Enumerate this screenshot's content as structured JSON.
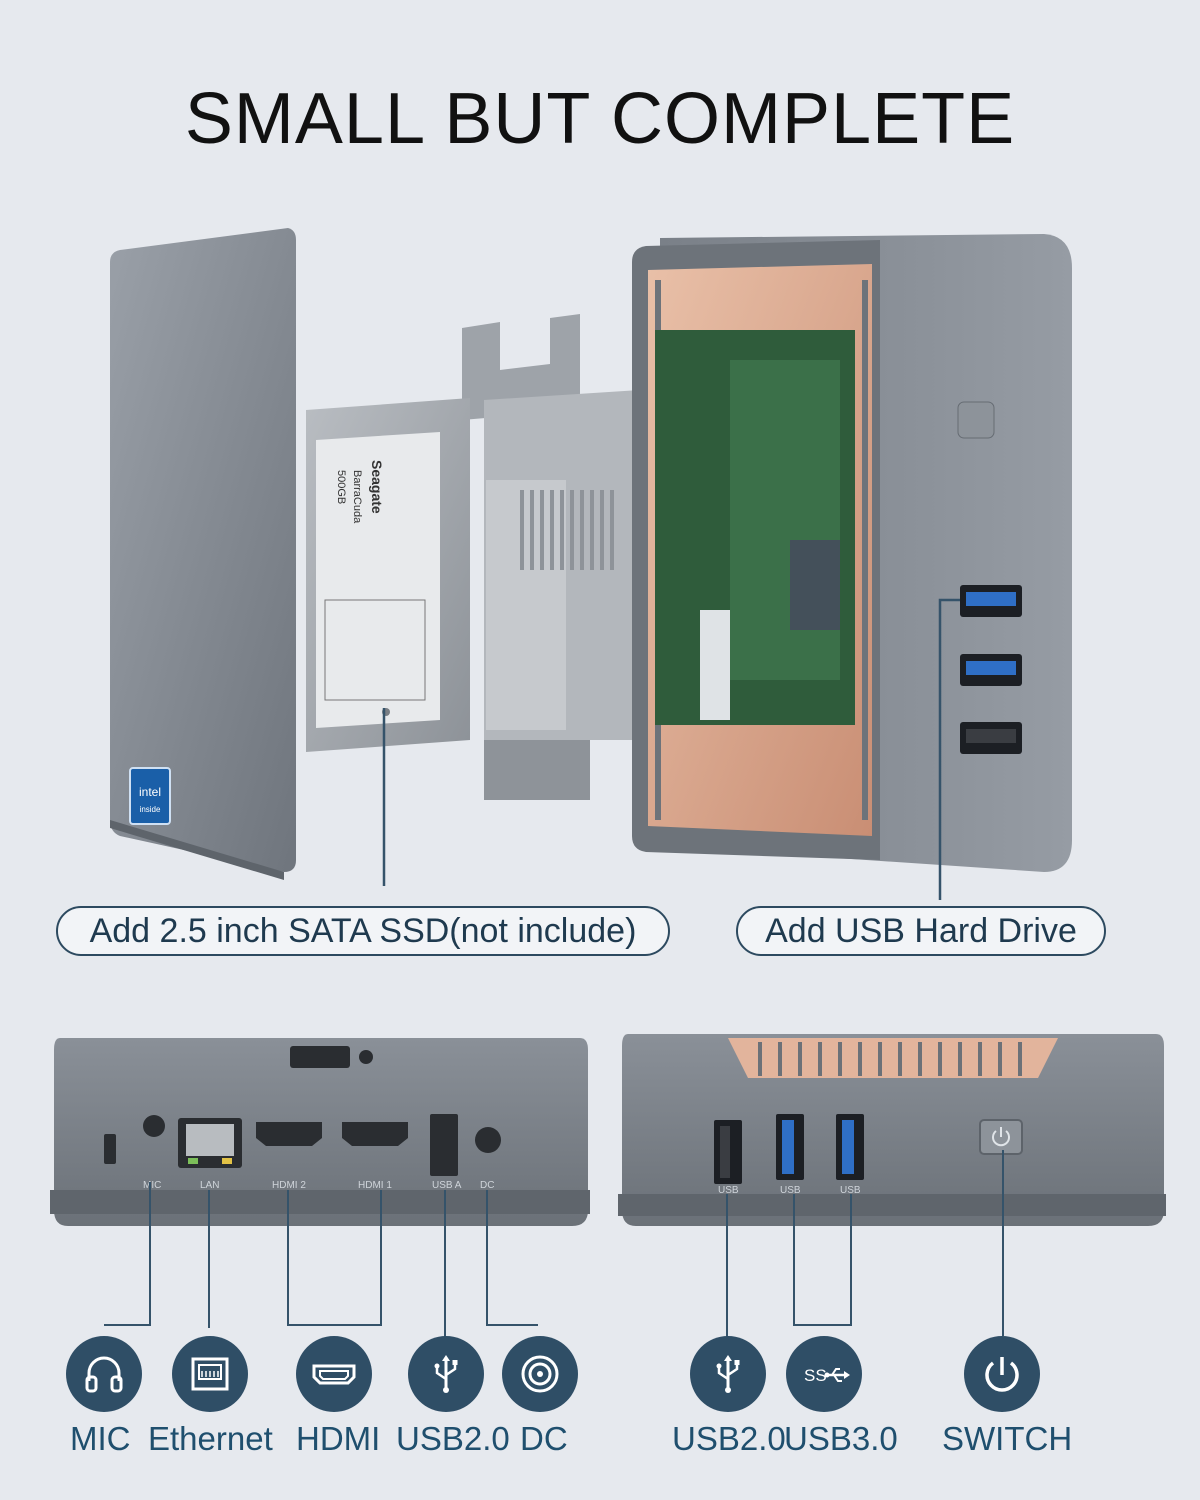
{
  "headline": "SMALL BUT COMPLETE",
  "callouts": {
    "ssd": "Add 2.5 inch SATA SSD(not include)",
    "usb_drive": "Add USB Hard Drive"
  },
  "hdd_label": {
    "brand": "Seagate",
    "model": "BarraCuda",
    "capacity": "500GB"
  },
  "intel_badge": {
    "brand": "intel",
    "sub": "inside"
  },
  "rear_port_labels": [
    "MIC",
    "LAN",
    "HDMI 2",
    "HDMI 1",
    "USB A",
    "DC"
  ],
  "front_port_labels": [
    "USB",
    "USB",
    "USB"
  ],
  "rear_ports": [
    {
      "icon": "headphones-icon",
      "label": "MIC"
    },
    {
      "icon": "ethernet-icon",
      "label": "Ethernet"
    },
    {
      "icon": "hdmi-icon",
      "label": "HDMI"
    },
    {
      "icon": "usb-icon",
      "label": "USB2.0"
    },
    {
      "icon": "dc-power-icon",
      "label": "DC"
    }
  ],
  "front_ports": [
    {
      "icon": "usb-icon",
      "label": "USB2.0"
    },
    {
      "icon": "usb-ss-icon",
      "label": "USB3.0",
      "glyph": "SS"
    },
    {
      "icon": "power-icon",
      "label": "SWITCH"
    }
  ],
  "colors": {
    "background": "#e6e9ee",
    "case": "#7d838b",
    "copper": "#d9a58c",
    "icon_bg": "#2f4e66",
    "usb3_blue": "#2f6fc6",
    "pcb_green": "#2f5c3b"
  }
}
